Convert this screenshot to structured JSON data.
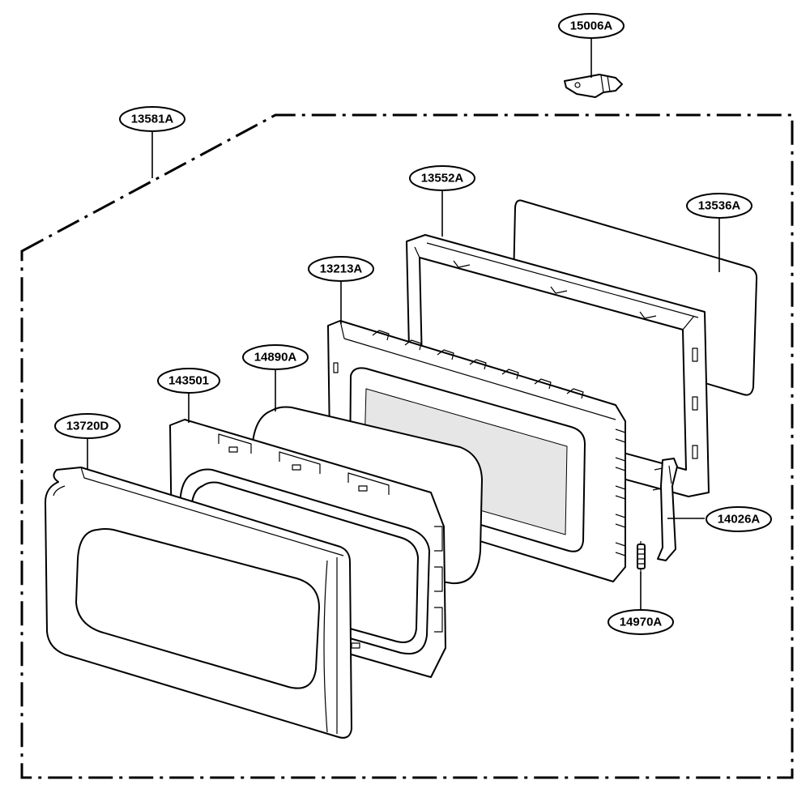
{
  "part_labels": [
    {
      "id": "15006A"
    },
    {
      "id": "13581A"
    },
    {
      "id": "13552A"
    },
    {
      "id": "13536A"
    },
    {
      "id": "13213A"
    },
    {
      "id": "14890A"
    },
    {
      "id": "143501"
    },
    {
      "id": "13720D"
    },
    {
      "id": "14026A"
    },
    {
      "id": "14970A"
    }
  ]
}
